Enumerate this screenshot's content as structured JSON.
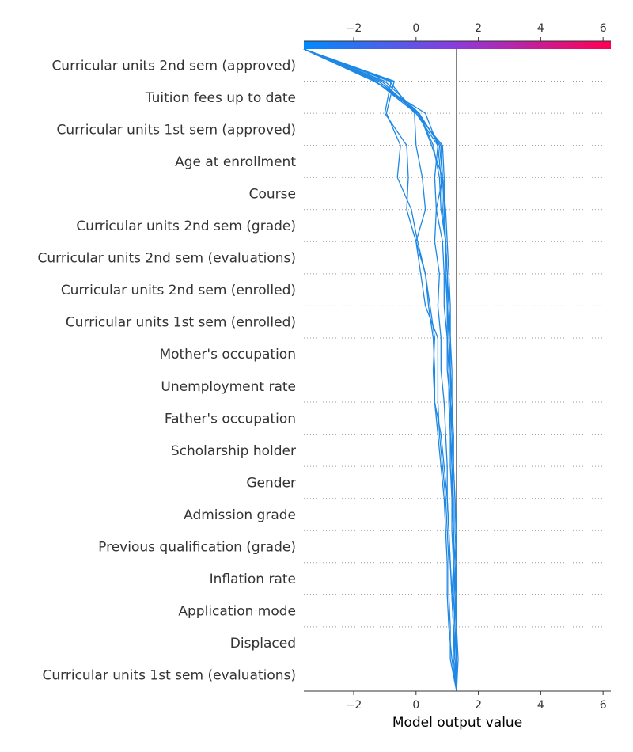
{
  "chart_data": {
    "type": "shap_decision_plot",
    "xlabel": "Model output value",
    "base_value": 1.3,
    "x_range": [
      -3.6,
      6.25
    ],
    "x_ticks": [
      -2,
      0,
      2,
      4,
      6
    ],
    "x_tick_labels": [
      "−2",
      "0",
      "2",
      "4",
      "6"
    ],
    "colorbar": {
      "from": "#008bfb",
      "mid": "#8c3bdb",
      "to": "#ff0052"
    },
    "line_color": "#1e88e5",
    "features": [
      "Curricular units 2nd sem (approved)",
      "Tuition fees up to date",
      "Curricular units 1st sem (approved)",
      "Age at enrollment",
      "Course",
      "Curricular units 2nd sem (grade)",
      "Curricular units 2nd sem (evaluations)",
      "Curricular units 2nd sem (enrolled)",
      "Curricular units 1st sem (enrolled)",
      "Mother's occupation",
      "Unemployment rate",
      "Father's occupation",
      "Scholarship holder",
      "Gender",
      "Admission grade",
      "Previous qualification (grade)",
      "Inflation rate",
      "Application mode",
      "Displaced",
      "Curricular units 1st sem (evaluations)"
    ],
    "series_note_levels": "values listed from bottom (base) level upward to the top of the plot",
    "series": [
      {
        "values": [
          1.3,
          1.15,
          1.05,
          1.0,
          1.0,
          0.95,
          0.9,
          0.8,
          0.7,
          0.6,
          0.55,
          0.6,
          0.45,
          0.3,
          0.05,
          -0.15,
          -0.6,
          -0.5,
          -0.95,
          -0.7,
          -3.6
        ]
      },
      {
        "values": [
          1.3,
          1.1,
          1.1,
          1.05,
          1.05,
          1.0,
          0.95,
          0.85,
          0.75,
          0.7,
          0.7,
          0.7,
          0.3,
          0.15,
          0.0,
          -0.3,
          -0.25,
          -0.3,
          -1.0,
          -0.8,
          -3.6
        ]
      },
      {
        "values": [
          1.3,
          1.2,
          1.2,
          1.15,
          1.1,
          1.05,
          1.0,
          0.9,
          0.8,
          0.6,
          0.6,
          0.55,
          0.4,
          0.3,
          0.0,
          0.3,
          0.2,
          0.0,
          -0.05,
          -0.85,
          -3.6
        ]
      },
      {
        "values": [
          1.3,
          1.25,
          1.2,
          1.15,
          1.1,
          1.05,
          1.0,
          1.0,
          0.95,
          0.9,
          0.8,
          0.8,
          0.7,
          0.75,
          0.6,
          0.65,
          0.85,
          0.5,
          0.1,
          -1.2,
          -3.6
        ]
      },
      {
        "values": [
          1.3,
          1.25,
          1.2,
          1.15,
          1.2,
          1.2,
          1.15,
          1.15,
          1.1,
          1.1,
          1.0,
          1.0,
          0.9,
          0.9,
          0.85,
          0.65,
          0.6,
          0.7,
          0.3,
          -1.35,
          -3.6
        ]
      },
      {
        "values": [
          1.3,
          1.25,
          1.25,
          1.2,
          1.2,
          1.15,
          1.15,
          1.1,
          1.1,
          1.05,
          1.05,
          1.0,
          1.0,
          0.95,
          0.95,
          0.8,
          0.75,
          0.55,
          0.1,
          -1.3,
          -3.6
        ]
      },
      {
        "values": [
          1.3,
          1.3,
          1.25,
          1.25,
          1.2,
          1.2,
          1.15,
          1.2,
          1.15,
          1.1,
          1.1,
          1.05,
          1.05,
          1.0,
          0.95,
          0.85,
          0.8,
          0.7,
          0.0,
          -1.1,
          -3.6
        ]
      },
      {
        "values": [
          1.3,
          1.3,
          1.3,
          1.25,
          1.25,
          1.2,
          1.2,
          1.15,
          1.15,
          1.15,
          1.1,
          1.1,
          1.05,
          1.0,
          0.95,
          0.9,
          0.9,
          0.85,
          0.0,
          -1.3,
          -3.6
        ]
      },
      {
        "values": [
          1.3,
          1.35,
          1.3,
          1.3,
          1.25,
          1.3,
          1.25,
          1.2,
          1.2,
          1.15,
          1.15,
          1.1,
          1.1,
          1.05,
          1.0,
          0.95,
          0.85,
          0.8,
          0.05,
          -1.2,
          -3.6
        ]
      },
      {
        "values": [
          1.3,
          1.3,
          1.3,
          1.25,
          1.3,
          1.25,
          1.25,
          1.2,
          1.2,
          1.1,
          1.1,
          1.05,
          1.0,
          1.0,
          0.95,
          0.9,
          0.85,
          0.75,
          0.1,
          -1.0,
          -3.6
        ]
      }
    ]
  }
}
